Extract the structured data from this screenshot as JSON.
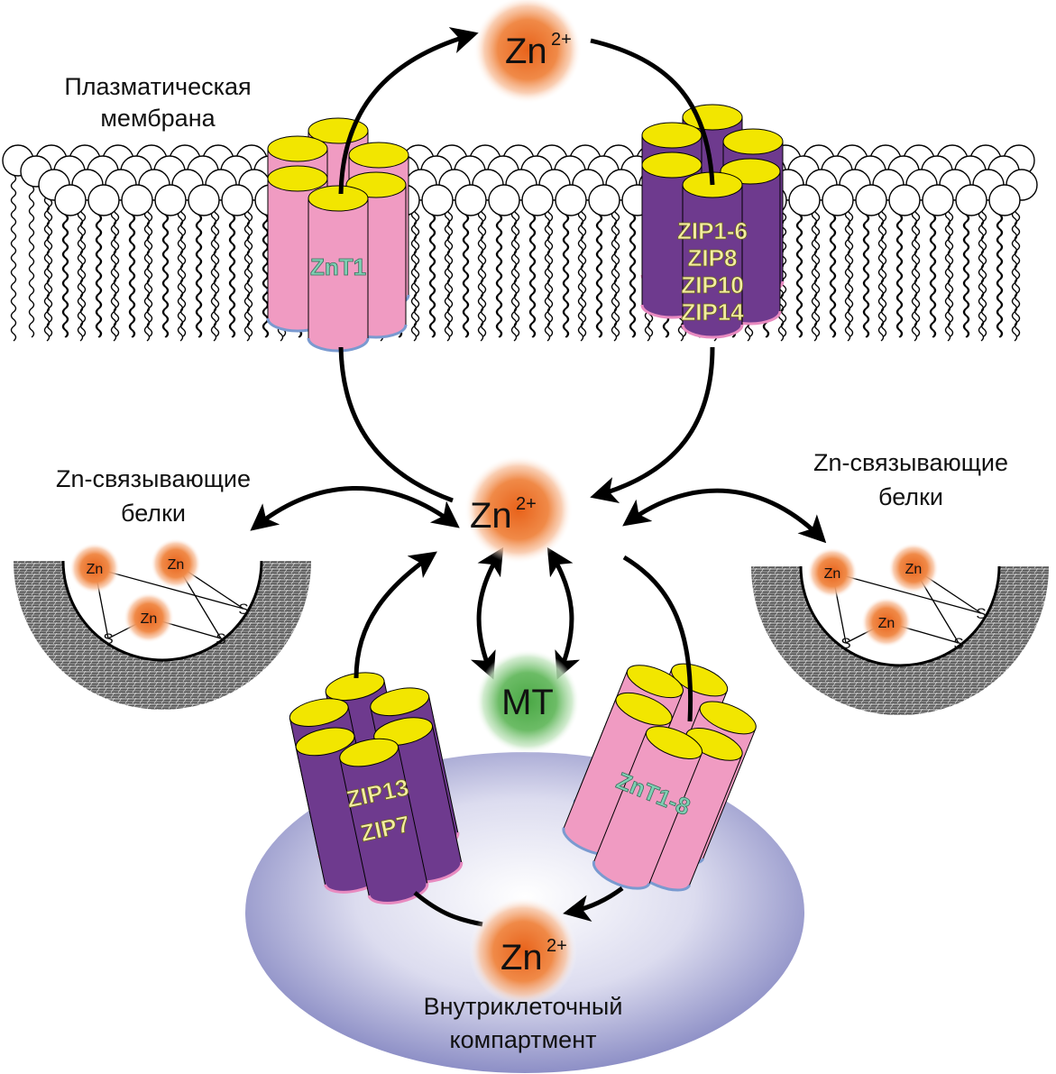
{
  "title": "Zinc transport diagram",
  "colors": {
    "zinc_glow": "#ec6a1f",
    "mt_glow": "#4fae4a",
    "znt_body": "#f09bc2",
    "zip_body": "#6e3a8e",
    "helix_top": "#f2e600",
    "compartment": "#9ea0cf",
    "protein_hatch": "#444444"
  },
  "labels": {
    "membrane_line1": "Плазматическая",
    "membrane_line2": "мембрана",
    "binding_left_line1": "Zn-связывающие",
    "binding_left_line2": "белки",
    "binding_right_line1": "Zn-связывающие",
    "binding_right_line2": "белки",
    "compartment_line1": "Внутриклеточный",
    "compartment_line2": "компартмент",
    "mt": "MT"
  },
  "ions": {
    "symbol": "Zn",
    "charge": "2+",
    "small_symbol": "Zn",
    "sulfur": "S"
  },
  "transporters": {
    "membrane_znt": [
      "ZnT1"
    ],
    "membrane_zip": [
      "ZIP1-6",
      "ZIP8",
      "ZIP10",
      "ZIP14"
    ],
    "compartment_zip": [
      "ZIP13",
      "ZIP7"
    ],
    "compartment_znt": [
      "ZnT1-8"
    ]
  }
}
